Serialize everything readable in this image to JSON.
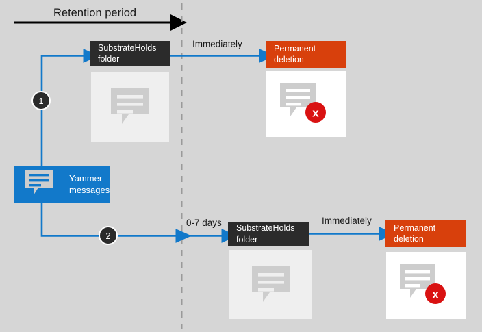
{
  "diagram": {
    "title": "Retention period",
    "background_color": "#d6d6d6",
    "timeline": {
      "arrow_label": "Retention period",
      "arrow_color": "#000000",
      "boundary_line_label": "retention period end (dashed divider)"
    },
    "colors": {
      "accent_blue": "#1279ca",
      "dark_header": "#2b2b2b",
      "orange_header": "#d8400c",
      "delete_badge_red": "#d91212",
      "light_panel": "#efefef",
      "white_panel": "#ffffff"
    },
    "source": {
      "label": "Yammer messages",
      "label_line_1": "Yammer",
      "label_line_2": "messages",
      "icon": "message-icon"
    },
    "steps": [
      {
        "number": "1",
        "description": "Within retention period path"
      },
      {
        "number": "2",
        "description": "After retention period path"
      }
    ],
    "flow_top": {
      "stage_1": {
        "header_line_1": "SubstrateHolds",
        "header_line_2": "folder",
        "icon": "message-icon"
      },
      "transition_label": "Immediately",
      "stage_2": {
        "header_line_1": "Permanent",
        "header_line_2": "deletion",
        "icon": "message-deleted-icon",
        "badge_glyph": "x"
      }
    },
    "flow_bottom": {
      "transition_label_1": "0-7 days",
      "stage_1": {
        "header_line_1": "SubstrateHolds",
        "header_line_2": "folder",
        "icon": "message-icon"
      },
      "transition_label_2": "Immediately",
      "stage_2": {
        "header_line_1": "Permanent",
        "header_line_2": "deletion",
        "icon": "message-deleted-icon",
        "badge_glyph": "x"
      }
    }
  }
}
